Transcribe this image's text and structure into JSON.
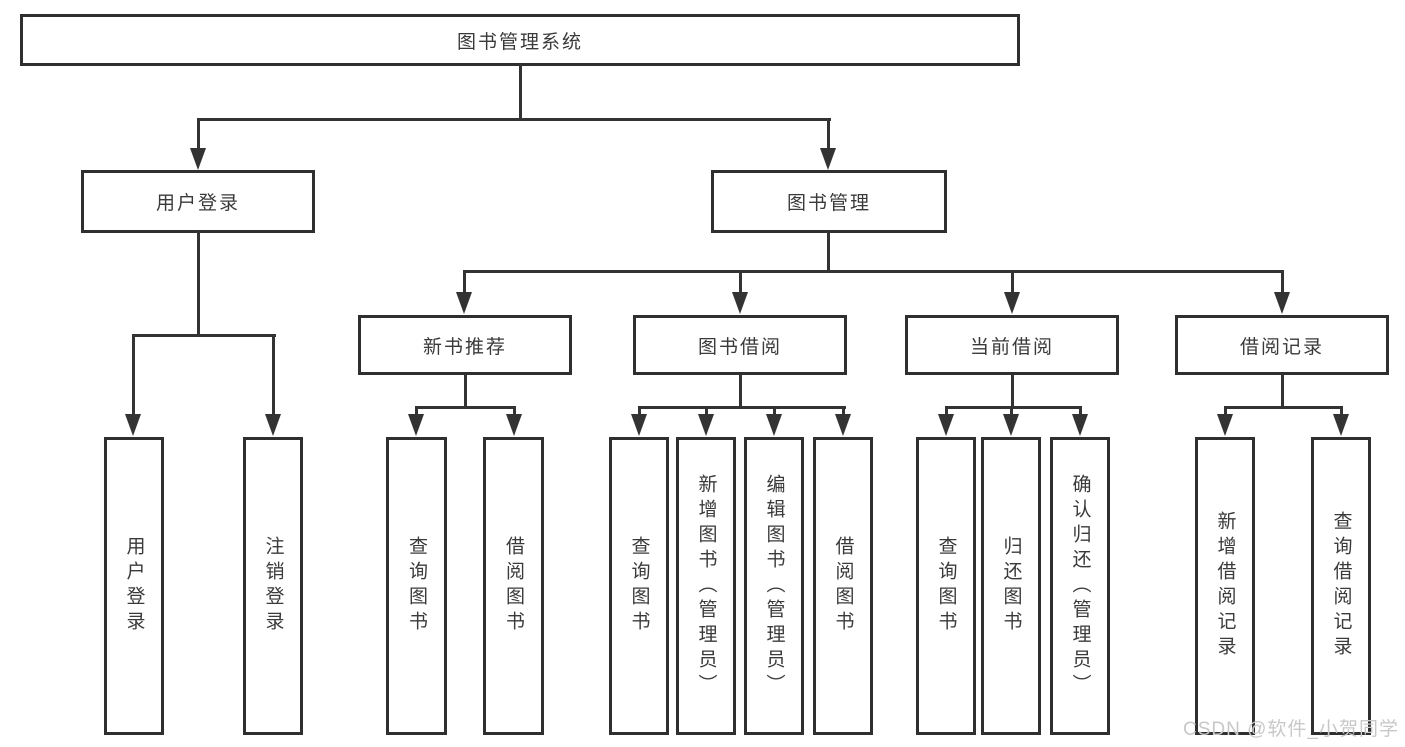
{
  "diagram": {
    "root": "图书管理系统",
    "level2": [
      "用户登录",
      "图书管理"
    ],
    "level3": [
      "新书推荐",
      "图书借阅",
      "当前借阅",
      "借阅记录"
    ],
    "leaves": {
      "login": [
        "用户登录",
        "注销登录"
      ],
      "recommend": [
        "查询图书",
        "借阅图书"
      ],
      "borrow": [
        "查询图书",
        "新增图书（管理员）",
        "编辑图书（管理员）",
        "借阅图书"
      ],
      "current": [
        "查询图书",
        "归还图书",
        "确认归还（管理员）"
      ],
      "records": [
        "新增借阅记录",
        "查询借阅记录"
      ]
    }
  },
  "watermark": "CSDN @软件_小贺同学",
  "colors": {
    "line": "#333333",
    "border": "#2f2f2f",
    "text": "#3a3a3a",
    "watermark": "#c8c8c8",
    "background": "#ffffff"
  }
}
